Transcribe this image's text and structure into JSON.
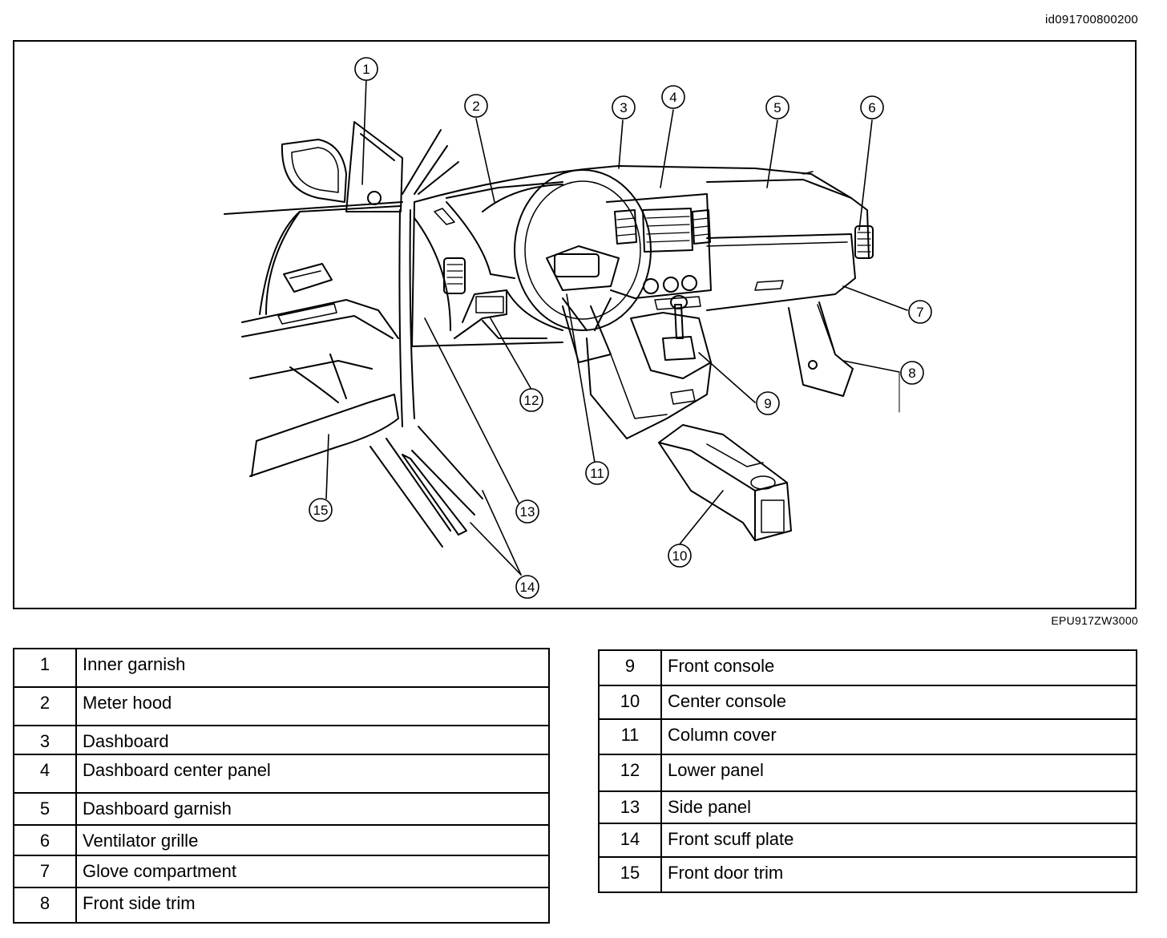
{
  "doc_id": "id091700800200",
  "figure_code": "EPU917ZW3000",
  "callouts": [
    "1",
    "2",
    "3",
    "4",
    "5",
    "6",
    "7",
    "8",
    "9",
    "10",
    "11",
    "12",
    "13",
    "14",
    "15"
  ],
  "parts_left": [
    {
      "num": "1",
      "name": "Inner garnish"
    },
    {
      "num": "2",
      "name": "Meter hood"
    },
    {
      "num": "3",
      "name": "Dashboard"
    },
    {
      "num": "4",
      "name": "Dashboard center panel"
    },
    {
      "num": "5",
      "name": "Dashboard garnish"
    },
    {
      "num": "6",
      "name": "Ventilator grille"
    },
    {
      "num": "7",
      "name": "Glove compartment"
    },
    {
      "num": "8",
      "name": "Front side trim"
    }
  ],
  "parts_right": [
    {
      "num": "9",
      "name": "Front console"
    },
    {
      "num": "10",
      "name": "Center console"
    },
    {
      "num": "11",
      "name": "Column cover"
    },
    {
      "num": "12",
      "name": "Lower panel"
    },
    {
      "num": "13",
      "name": "Side panel"
    },
    {
      "num": "14",
      "name": "Front scuff plate"
    },
    {
      "num": "15",
      "name": "Front door trim"
    }
  ]
}
